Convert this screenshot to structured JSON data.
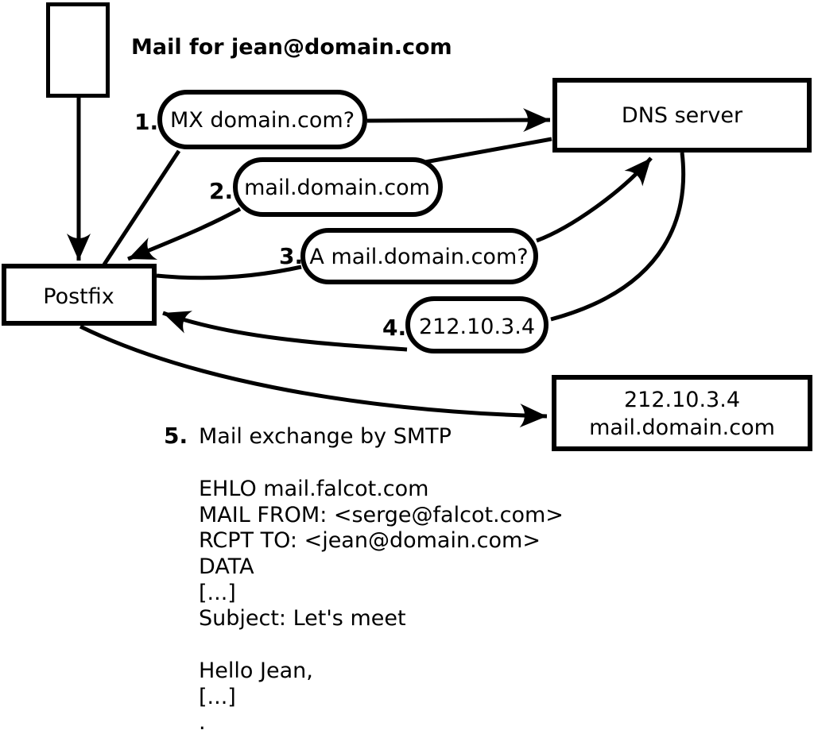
{
  "diagram_title": "Mail for jean@domain.com",
  "nodes": {
    "mail_message": {
      "label": ""
    },
    "postfix": {
      "label": "Postfix"
    },
    "dns_server": {
      "label": "DNS server"
    },
    "destination_server": {
      "line1": "212.10.3.4",
      "line2": "mail.domain.com"
    }
  },
  "steps": [
    {
      "num": "1.",
      "label": "MX domain.com?"
    },
    {
      "num": "2.",
      "label": "mail.domain.com"
    },
    {
      "num": "3.",
      "label": "A mail.domain.com?"
    },
    {
      "num": "4.",
      "label": "212.10.3.4"
    },
    {
      "num": "5.",
      "label": "Mail exchange by SMTP"
    }
  ],
  "smtp_session": {
    "lines": [
      "EHLO mail.falcot.com",
      "MAIL FROM: <serge@falcot.com>",
      "RCPT TO: <jean@domain.com>",
      "DATA",
      "[...]",
      "Subject: Let's meet",
      "",
      "Hello Jean,",
      "[...]",
      "."
    ]
  },
  "colors": {
    "stroke": "#000000",
    "fill": "#ffffff"
  }
}
